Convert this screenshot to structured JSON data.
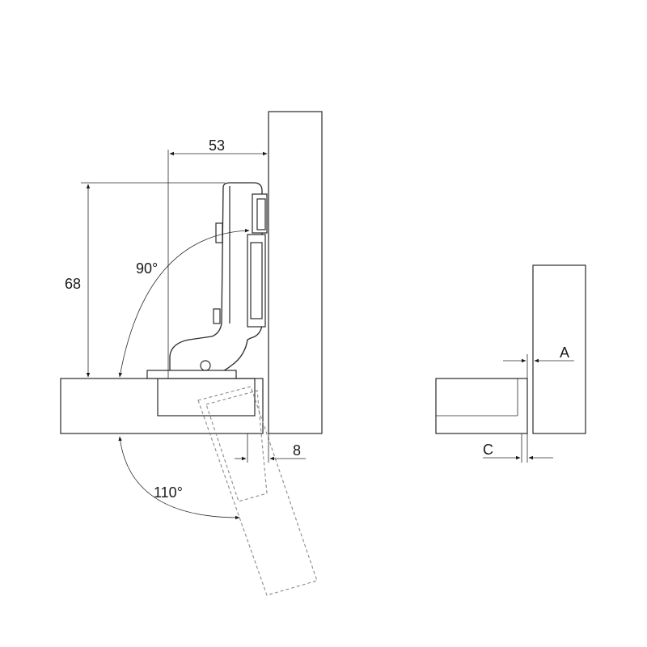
{
  "labels": {
    "width_dim": "53",
    "height_dim": "68",
    "angle_closed": "90°",
    "angle_open": "110°",
    "overlay_dim": "8",
    "dim_a": "A",
    "dim_c": "C"
  },
  "colors": {
    "line": "#2a2a2a",
    "dashed": "#8a8a8a",
    "background": "#ffffff"
  }
}
